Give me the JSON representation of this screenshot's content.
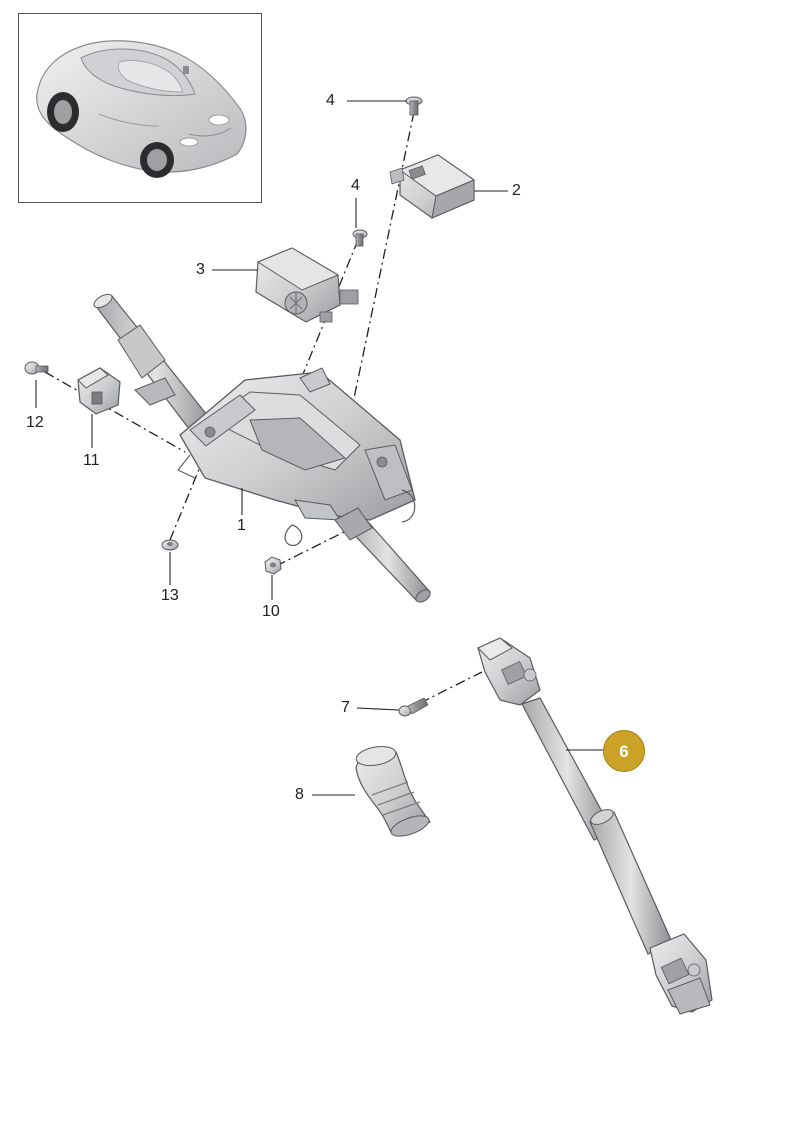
{
  "colors": {
    "part_fill": "#d2d3d5",
    "part_shade": "#a8a9ac",
    "part_dark": "#7b7c80",
    "part_light": "#ececed",
    "outline": "#5a5b5e",
    "leader": "#222222",
    "highlight_badge": "#c9a227",
    "thumbnail_border": "#555555"
  },
  "thumbnail": {
    "icon": "sports-car-icon"
  },
  "callouts": [
    {
      "id": "c4a",
      "label": "4"
    },
    {
      "id": "c2",
      "label": "2"
    },
    {
      "id": "c4b",
      "label": "4"
    },
    {
      "id": "c3",
      "label": "3"
    },
    {
      "id": "c12",
      "label": "12"
    },
    {
      "id": "c11",
      "label": "11"
    },
    {
      "id": "c1",
      "label": "1"
    },
    {
      "id": "c13",
      "label": "13"
    },
    {
      "id": "c10",
      "label": "10"
    },
    {
      "id": "c7",
      "label": "7"
    },
    {
      "id": "c6",
      "label": "6",
      "highlighted": true
    },
    {
      "id": "c8",
      "label": "8"
    }
  ]
}
